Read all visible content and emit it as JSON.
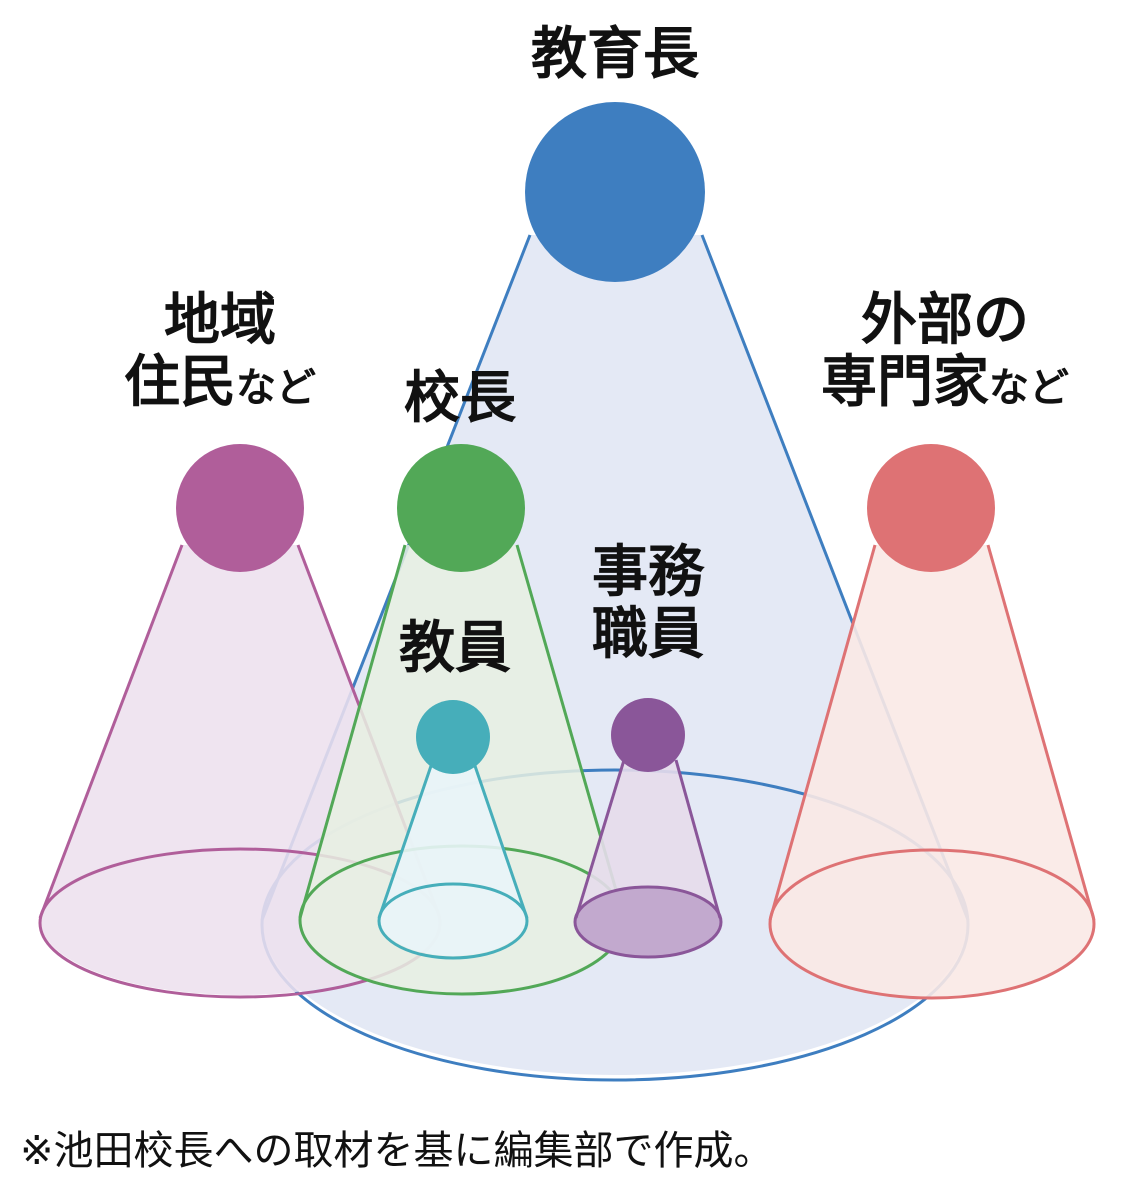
{
  "labels": {
    "superintendent": "教育長",
    "community_line1": "地域",
    "community_line2": "住民",
    "community_suffix": "など",
    "principal": "校長",
    "external_line1": "外部の",
    "external_line2": "専門家",
    "external_suffix": "など",
    "teachers": "教員",
    "office_line1": "事務",
    "office_line2": "職員"
  },
  "footnote": "※池田校長への取材を基に編集部で作成。",
  "colors": {
    "superintendent": "#3e7ec0",
    "community": "#b05e9a",
    "principal": "#52a857",
    "external": "#de7274",
    "teachers": "#46aeba",
    "office": "#8a5699"
  }
}
